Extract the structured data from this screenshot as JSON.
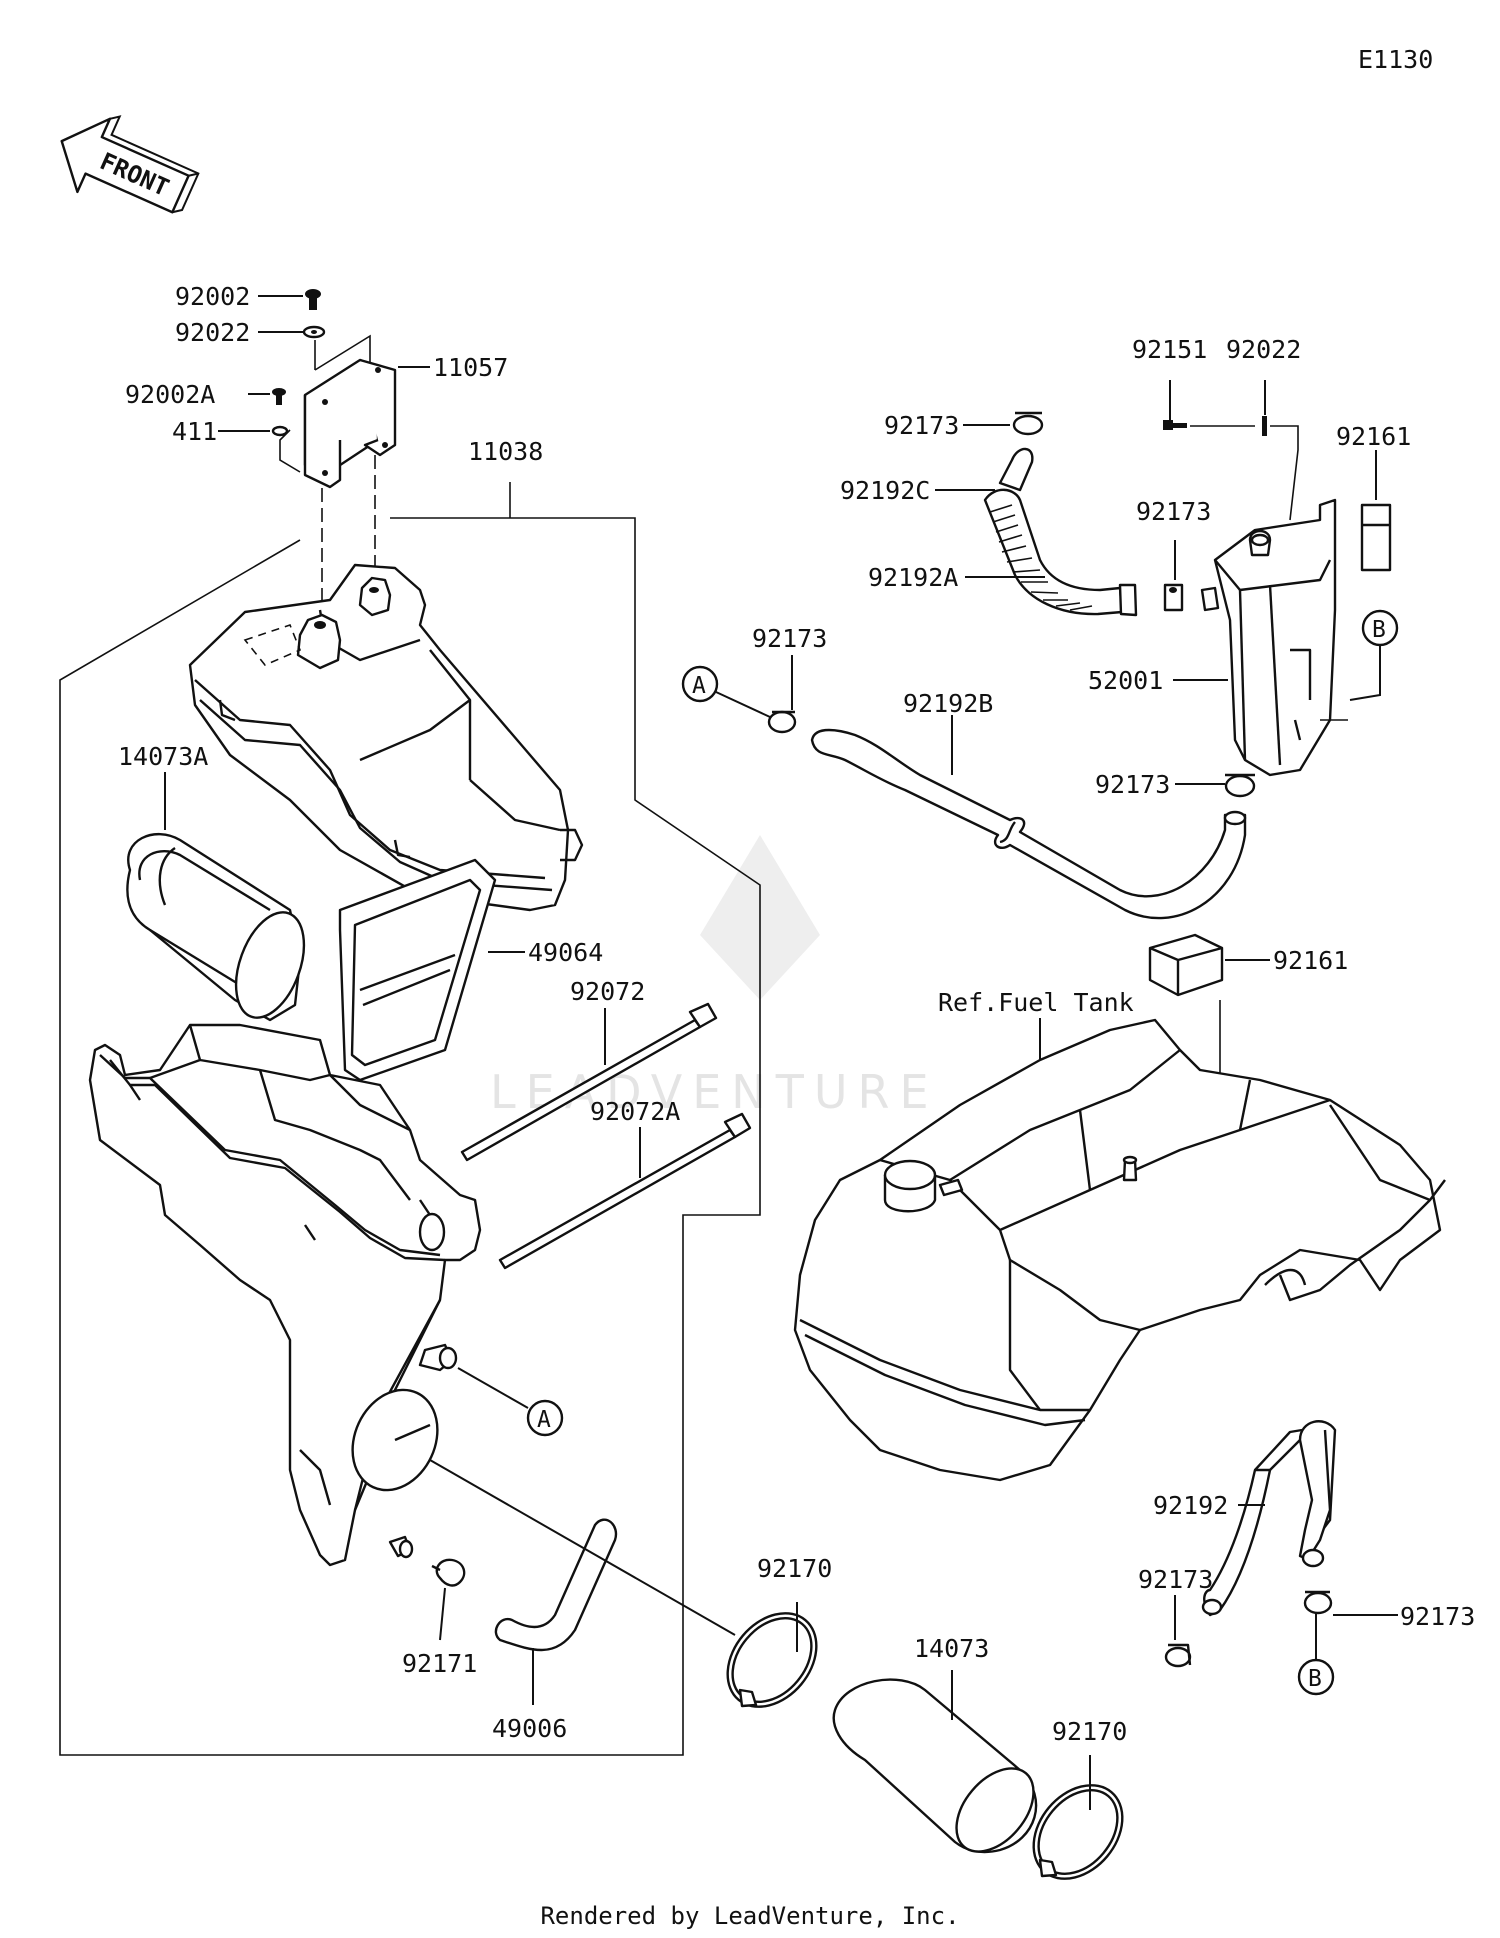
{
  "diagram_code": "E1130",
  "front_arrow_text": "FRONT",
  "watermark": "LEADVENTURE",
  "footer": "Rendered by LeadVenture, Inc.",
  "reference_label": "Ref.Fuel Tank",
  "callout_letters": {
    "a": "A",
    "b": "B"
  },
  "part_labels": {
    "p92002": "92002",
    "p92022_left": "92022",
    "p92002A": "92002A",
    "p411": "411",
    "p11057": "11057",
    "p11038": "11038",
    "p14073A": "14073A",
    "p49064": "49064",
    "p92072": "92072",
    "p92072A": "92072A",
    "p92171": "92171",
    "p49006": "49006",
    "p92170_top": "92170",
    "p14073": "14073",
    "p92170_bottom": "92170",
    "p92173_top": "92173",
    "p92192C": "92192C",
    "p92192A": "92192A",
    "p92173_mid": "92173",
    "p92151": "92151",
    "p92022_right": "92022",
    "p92161_top": "92161",
    "p92173_A": "92173",
    "p92192B": "92192B",
    "p52001": "52001",
    "p92173_canister": "92173",
    "p92161_mid": "92161",
    "p92192": "92192",
    "p92173_bl": "92173",
    "p92173_br": "92173"
  },
  "icons": [
    "front-arrow-icon",
    "callout-circle-a",
    "callout-circle-b"
  ],
  "line_color": "#111111",
  "watermark_color": "#e4e4e4"
}
